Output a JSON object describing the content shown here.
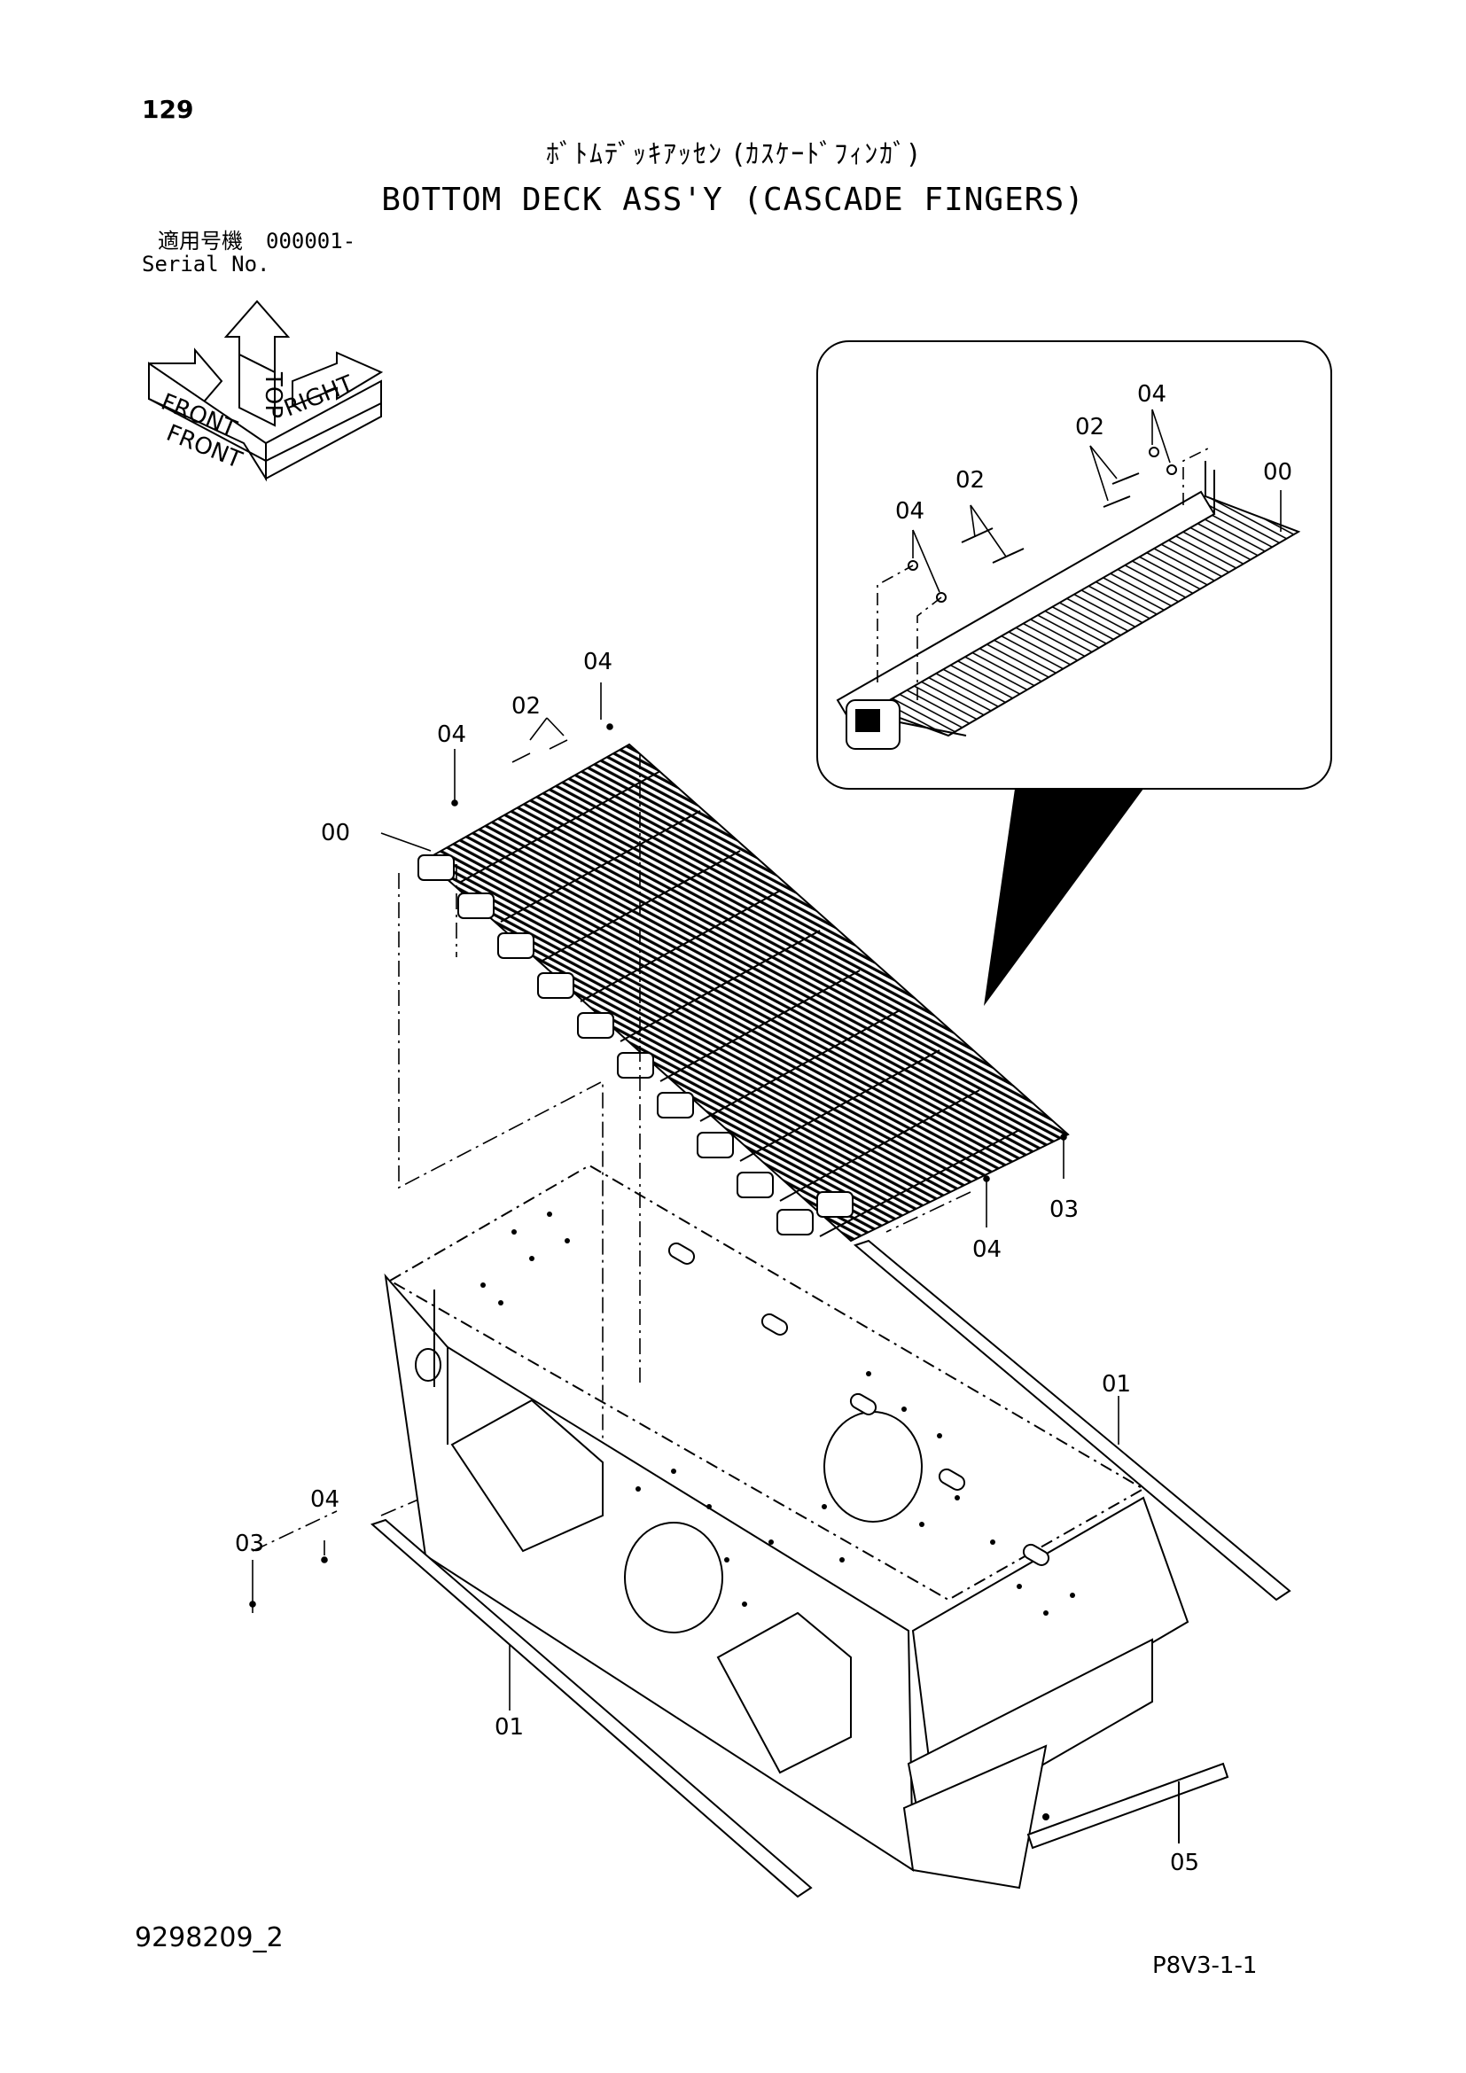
{
  "page_number": "129",
  "title_jp": "ﾎﾞﾄﾑﾃﾞｯｷｱｯｾﾝ (ｶｽｹｰﾄﾞﾌｨﾝｶﾞ)",
  "title_en": "BOTTOM DECK ASS'Y (CASCADE FINGERS)",
  "serial_label_jp": "適用号機",
  "serial_range": "000001-",
  "serial_label_en": "Serial No.",
  "drawing_number": "9298209_2",
  "sheet_code": "P8V3-1-1",
  "orientation_labels": {
    "front": "FRONT",
    "top": "TOP",
    "right": "RIGHT"
  },
  "callouts": {
    "detail_04_right": "04",
    "detail_02_right": "02",
    "detail_00": "00",
    "detail_04_left": "04",
    "detail_02_left": "02",
    "deck_04_top": "04",
    "deck_02": "02",
    "deck_04_left": "04",
    "deck_00": "00",
    "deck_03_right": "03",
    "deck_04_right": "04",
    "rail_01_right": "01",
    "hw_04_left": "04",
    "hw_03_left": "03",
    "rail_01_left": "01",
    "bar_05": "05"
  }
}
